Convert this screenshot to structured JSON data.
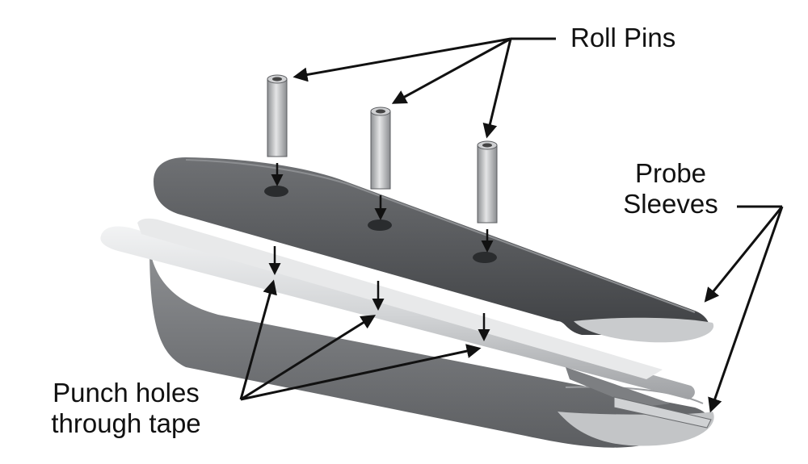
{
  "labels": {
    "roll_pins": "Roll Pins",
    "probe_sleeves_line1": "Probe",
    "probe_sleeves_line2": "Sleeves",
    "punch_line1": "Punch holes",
    "punch_line2": "through tape"
  },
  "colors": {
    "sleeve_dark": "#5a5c5e",
    "sleeve_mid": "#7b7d80",
    "sleeve_light": "#b8babc",
    "tube_light": "#dcdedf",
    "pin": "#b4b6b8",
    "arrow": "#111111"
  }
}
